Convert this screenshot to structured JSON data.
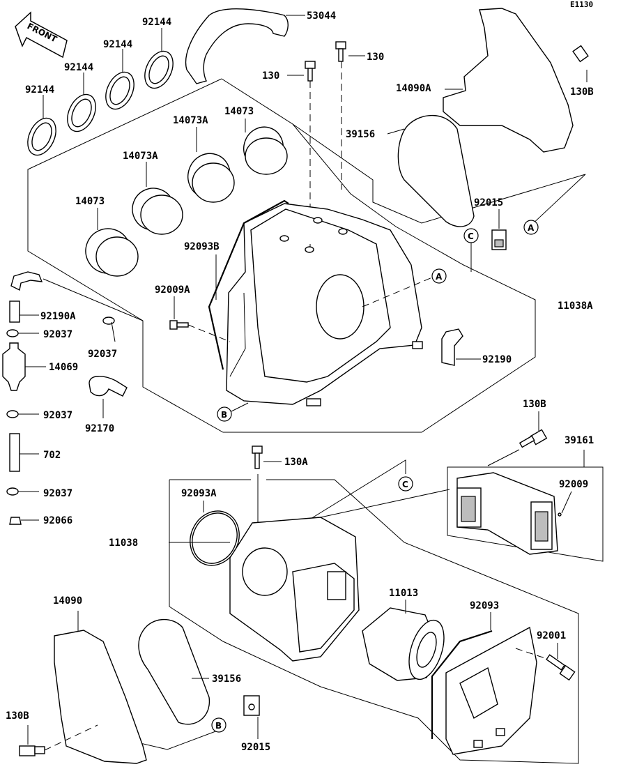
{
  "diagram_code": "E1130",
  "front_label": "FRONT",
  "labels": {
    "p53044": "53044",
    "p130_a": "130",
    "p130_b": "130",
    "p130B_top": "130B",
    "p14090A": "14090A",
    "p92144_1": "92144",
    "p92144_2": "92144",
    "p92144_3": "92144",
    "p92144_4": "92144",
    "p14073_1": "14073",
    "p14073A_1": "14073A",
    "p14073A_2": "14073A",
    "p14073_2": "14073",
    "p39156_top": "39156",
    "p92015_top": "92015",
    "p92093B": "92093B",
    "p92009A": "92009A",
    "p11038A": "11038A",
    "p92190A": "92190A",
    "p92037_1": "92037",
    "p92037_2": "92037",
    "p14069": "14069",
    "p92037_3": "92037",
    "p92170": "92170",
    "p92190": "92190",
    "p702": "702",
    "p92037_4": "92037",
    "p92066": "92066",
    "p130B_mid": "130B",
    "p39161": "39161",
    "p130A": "130A",
    "p92009": "92009",
    "p92093A": "92093A",
    "p11038": "11038",
    "p11013": "11013",
    "p92093": "92093",
    "p14090": "14090",
    "p92001": "92001",
    "p39156_bot": "39156",
    "p130B_bot": "130B",
    "p92015_bot": "92015"
  },
  "marks": {
    "A1": "A",
    "A2": "A",
    "B1": "B",
    "B2": "B",
    "C1": "C",
    "C2": "C"
  }
}
